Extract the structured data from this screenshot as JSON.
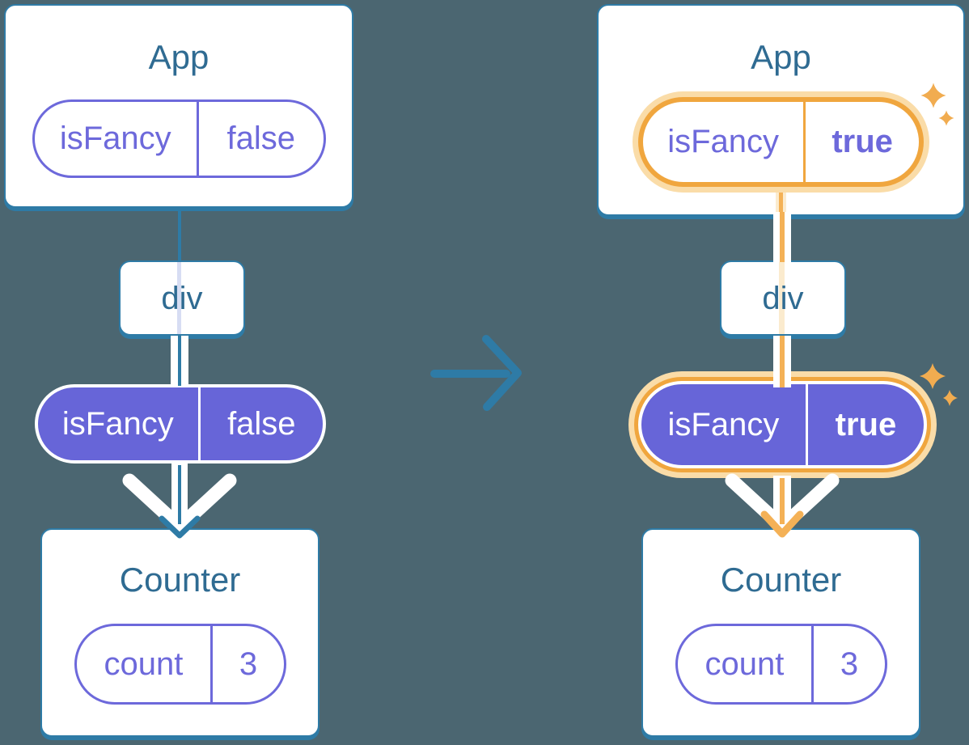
{
  "colors": {
    "bg": "#4B6671",
    "blue": "#2E7BA6",
    "title": "#2F6B92",
    "purple": "#6D69DB",
    "indigo": "#6765D8",
    "lavender": "#D7DDF3",
    "orange": "#F0A63E",
    "orange_halo": "#FADCA8",
    "orange_pale": "#FBEBCE",
    "orange_arrow": "#F4B156",
    "sparkle": "#F1AC50",
    "white": "#FFFFFF"
  },
  "before": {
    "app_title": "App",
    "app_prop": {
      "name": "isFancy",
      "value": "false"
    },
    "div_label": "div",
    "passed_prop": {
      "name": "isFancy",
      "value": "false"
    },
    "counter_title": "Counter",
    "counter_state": {
      "name": "count",
      "value": "3"
    }
  },
  "after": {
    "app_title": "App",
    "app_prop": {
      "name": "isFancy",
      "value": "true"
    },
    "div_label": "div",
    "passed_prop": {
      "name": "isFancy",
      "value": "true"
    },
    "counter_title": "Counter",
    "counter_state": {
      "name": "count",
      "value": "3"
    }
  }
}
